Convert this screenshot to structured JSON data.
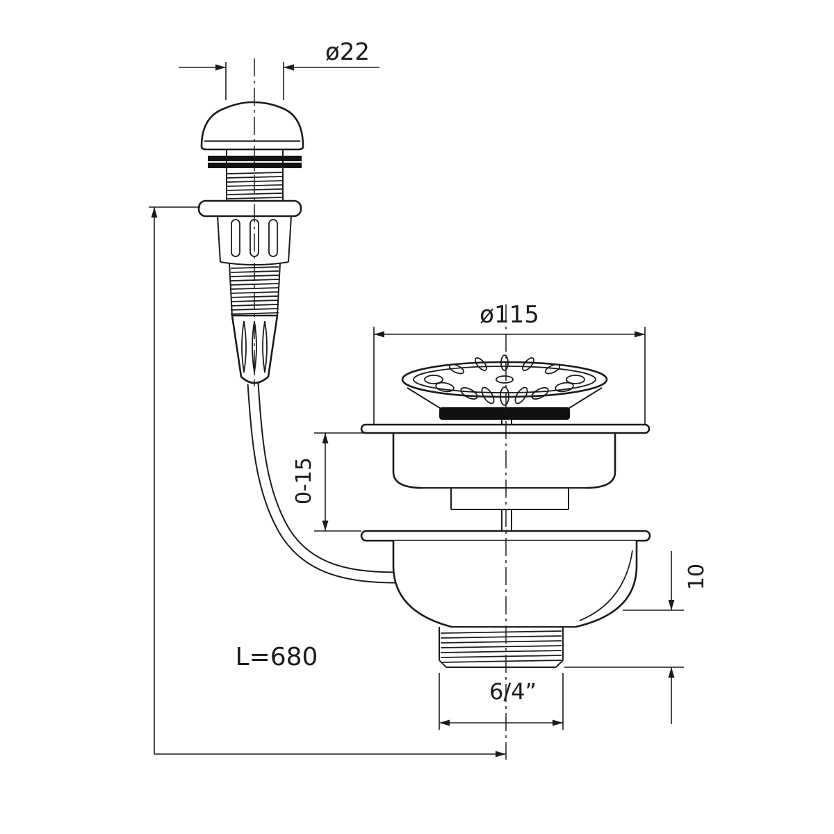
{
  "labels": {
    "knob_diameter": "ø22",
    "strainer_diameter": "ø115",
    "height_adjustment": "0-15",
    "outlet_height": "10",
    "outlet_thread": "6/4”",
    "cable_length": "L=680"
  },
  "colors": {
    "line": "#1b1b1b",
    "background": "#ffffff",
    "gasket_fill": "#111111"
  }
}
